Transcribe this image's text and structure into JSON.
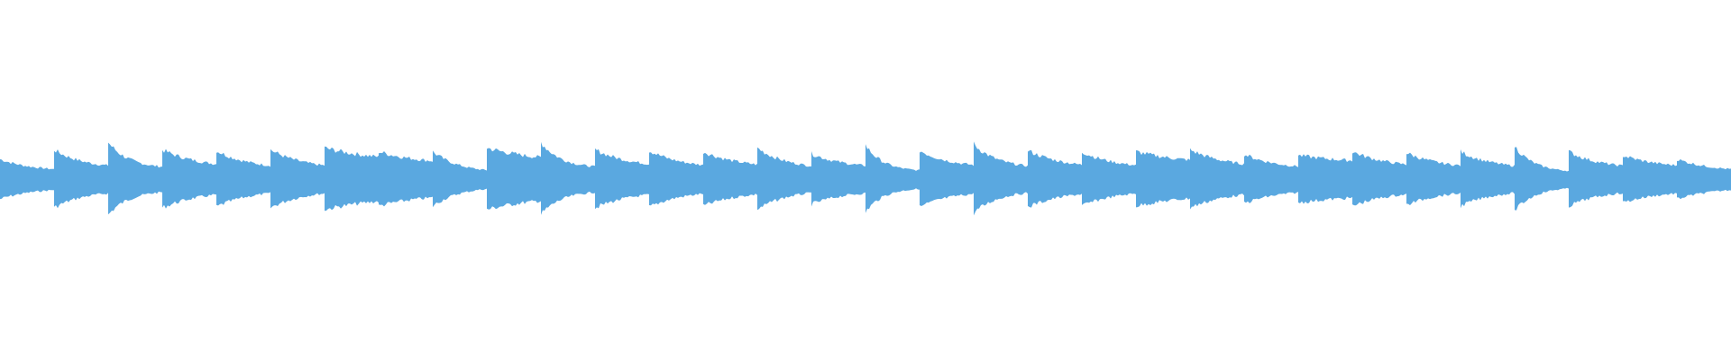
{
  "waveform": {
    "color": "#5aa8e0",
    "background": "#ffffff",
    "beats": [
      {
        "peak": 0.55,
        "min": 0.22,
        "decay": 1.6
      },
      {
        "peak": 0.8,
        "min": 0.3,
        "decay": 1.8
      },
      {
        "peak": 1.0,
        "min": 0.3,
        "decay": 2.6
      },
      {
        "peak": 0.8,
        "min": 0.3,
        "decay": 1.4
      },
      {
        "peak": 0.78,
        "min": 0.28,
        "decay": 1.6
      },
      {
        "peak": 0.8,
        "min": 0.28,
        "decay": 1.6
      },
      {
        "peak": 0.85,
        "min": 0.45,
        "decay": 0.9
      },
      {
        "peak": 0.75,
        "min": 0.4,
        "decay": 1.2
      },
      {
        "peak": 0.75,
        "min": 0.18,
        "decay": 2.0
      },
      {
        "peak": 0.85,
        "min": 0.45,
        "decay": 1.0
      },
      {
        "peak": 1.0,
        "min": 0.3,
        "decay": 2.6
      },
      {
        "peak": 0.8,
        "min": 0.3,
        "decay": 1.4
      },
      {
        "peak": 0.78,
        "min": 0.3,
        "decay": 1.6
      },
      {
        "peak": 0.75,
        "min": 0.3,
        "decay": 1.4
      },
      {
        "peak": 0.85,
        "min": 0.28,
        "decay": 1.8
      },
      {
        "peak": 0.7,
        "min": 0.3,
        "decay": 1.6
      },
      {
        "peak": 0.92,
        "min": 0.22,
        "decay": 3.0
      },
      {
        "peak": 0.78,
        "min": 0.3,
        "decay": 1.6
      },
      {
        "peak": 0.95,
        "min": 0.3,
        "decay": 2.2
      },
      {
        "peak": 0.78,
        "min": 0.28,
        "decay": 1.4
      },
      {
        "peak": 0.75,
        "min": 0.3,
        "decay": 1.6
      },
      {
        "peak": 0.75,
        "min": 0.4,
        "decay": 1.0
      },
      {
        "peak": 0.8,
        "min": 0.3,
        "decay": 1.4
      },
      {
        "peak": 0.68,
        "min": 0.28,
        "decay": 1.6
      },
      {
        "peak": 0.65,
        "min": 0.4,
        "decay": 0.8
      },
      {
        "peak": 0.75,
        "min": 0.3,
        "decay": 1.4
      },
      {
        "peak": 0.72,
        "min": 0.3,
        "decay": 1.6
      },
      {
        "peak": 0.75,
        "min": 0.28,
        "decay": 1.6
      },
      {
        "peak": 0.9,
        "min": 0.2,
        "decay": 2.8
      },
      {
        "peak": 0.75,
        "min": 0.28,
        "decay": 1.6
      },
      {
        "peak": 0.65,
        "min": 0.3,
        "decay": 1.4
      },
      {
        "peak": 0.55,
        "min": 0.2,
        "decay": 1.4
      }
    ]
  }
}
